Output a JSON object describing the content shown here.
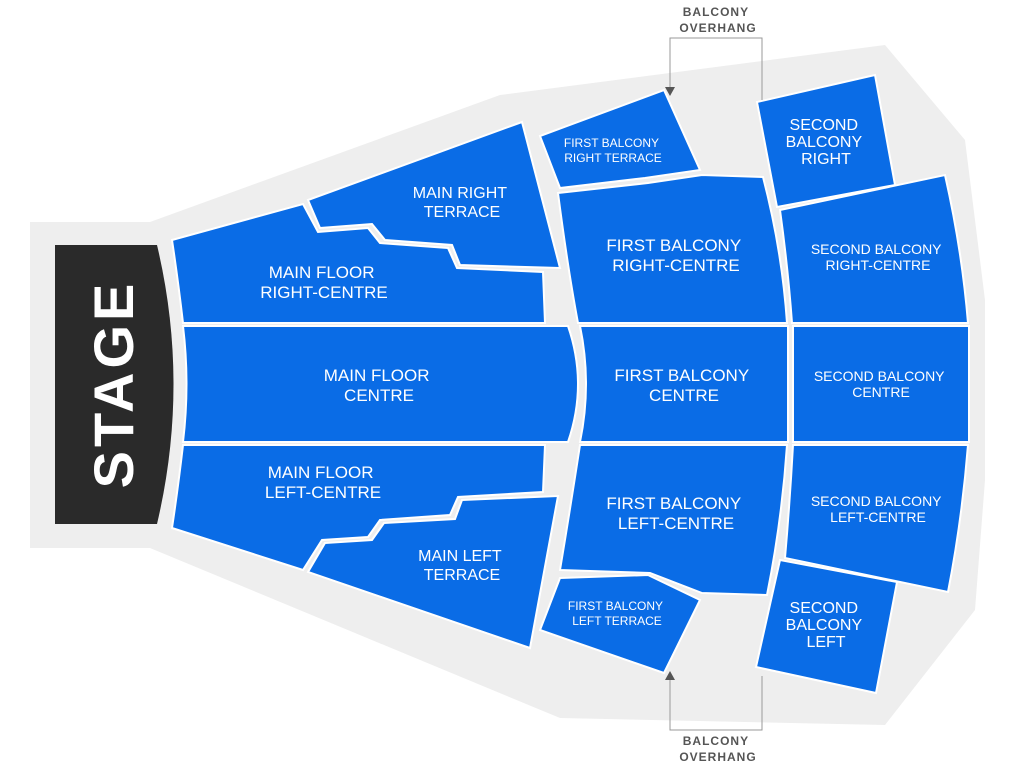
{
  "stage": {
    "label": "STAGE"
  },
  "overhang": {
    "top": [
      "BALCONY",
      "OVERHANG"
    ],
    "bottom": [
      "BALCONY",
      "OVERHANG"
    ]
  },
  "sections": {
    "main_right_terrace": [
      "MAIN RIGHT",
      "TERRACE"
    ],
    "main_floor_right_centre": [
      "MAIN FLOOR",
      "RIGHT-CENTRE"
    ],
    "main_floor_centre": [
      "MAIN FLOOR",
      "CENTRE"
    ],
    "main_floor_left_centre": [
      "MAIN FLOOR",
      "LEFT-CENTRE"
    ],
    "main_left_terrace": [
      "MAIN LEFT",
      "TERRACE"
    ],
    "first_balcony_right_terrace": [
      "FIRST BALCONY",
      "RIGHT TERRACE"
    ],
    "first_balcony_right_centre": [
      "FIRST BALCONY",
      "RIGHT-CENTRE"
    ],
    "first_balcony_centre": [
      "FIRST BALCONY",
      "CENTRE"
    ],
    "first_balcony_left_centre": [
      "FIRST BALCONY",
      "LEFT-CENTRE"
    ],
    "first_balcony_left_terrace": [
      "FIRST BALCONY",
      "LEFT TERRACE"
    ],
    "second_balcony_right": [
      "SECOND",
      "BALCONY",
      "RIGHT"
    ],
    "second_balcony_right_centre": [
      "SECOND BALCONY",
      "RIGHT-CENTRE"
    ],
    "second_balcony_centre": [
      "SECOND BALCONY",
      "CENTRE"
    ],
    "second_balcony_left_centre": [
      "SECOND BALCONY",
      "LEFT-CENTRE"
    ],
    "second_balcony_left": [
      "SECOND",
      "BALCONY",
      "LEFT"
    ]
  },
  "colors": {
    "section": "#0a6ce6",
    "stage": "#2a2a2a",
    "venue_outline": "#eeeeee"
  }
}
